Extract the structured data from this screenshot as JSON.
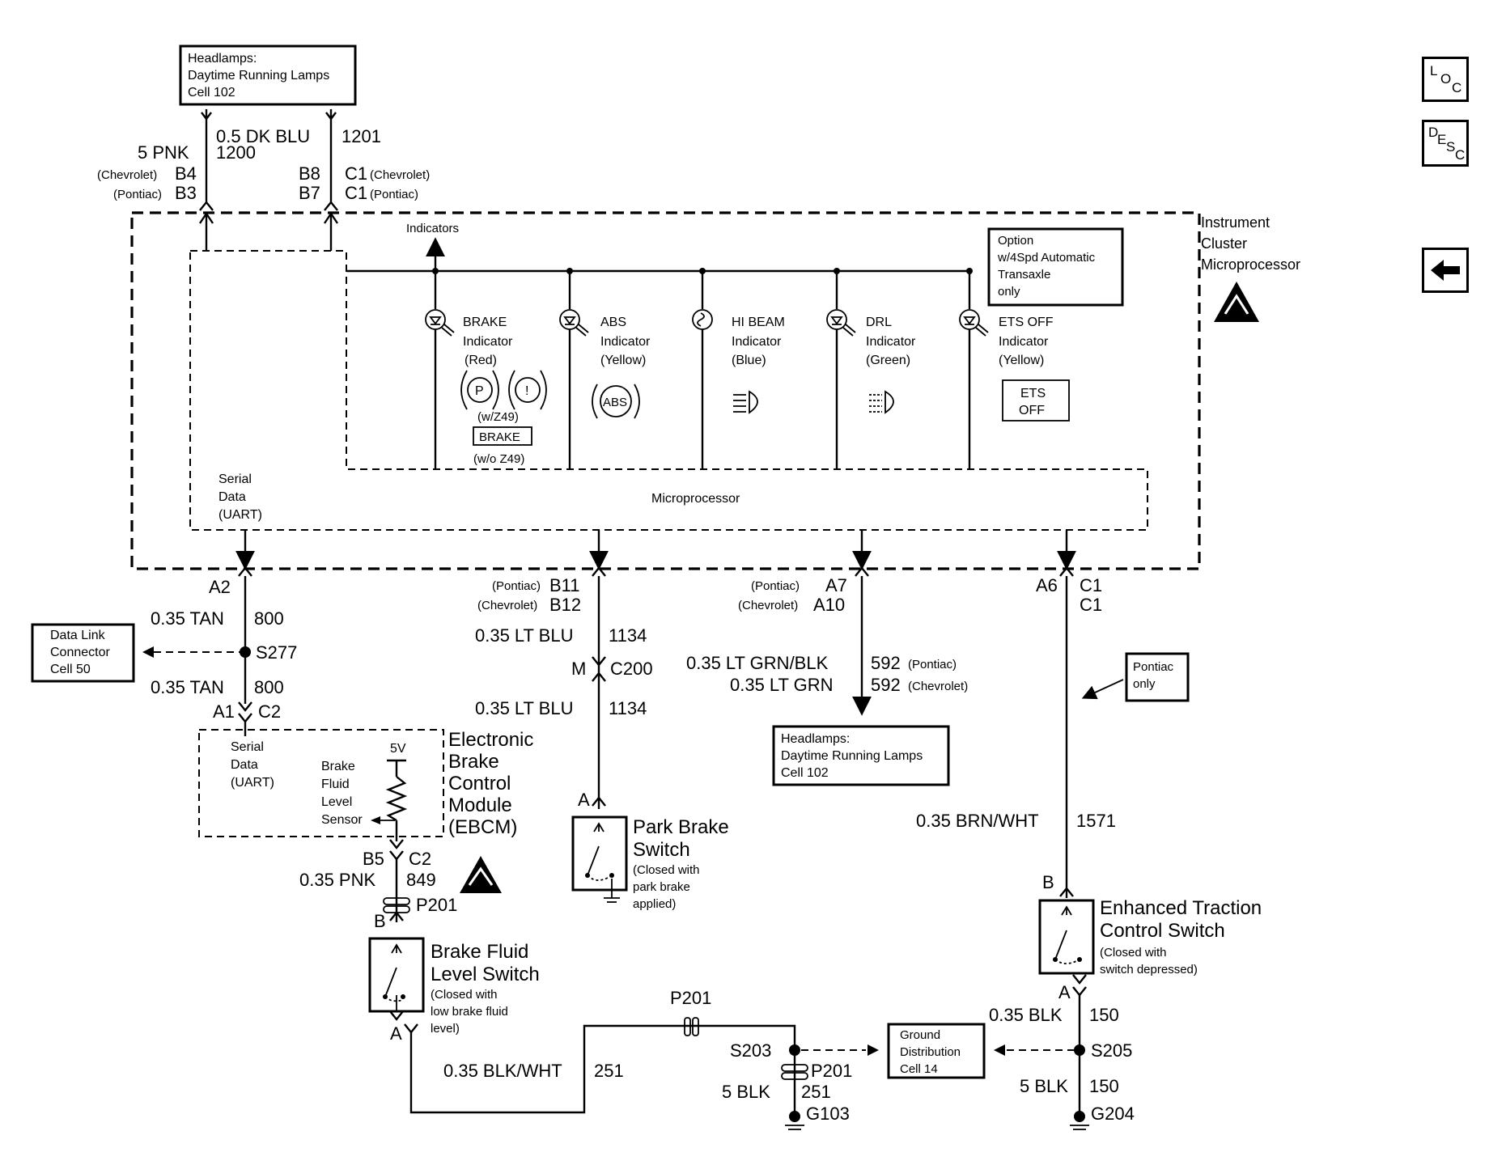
{
  "refs": {
    "drl_top": {
      "lines": [
        "Headlamps:",
        "Daytime Running Lamps",
        "Cell 102"
      ]
    },
    "drl_bottom": {
      "lines": [
        "Headlamps:",
        "Daytime Running Lamps",
        "Cell 102"
      ]
    },
    "data_link": {
      "lines": [
        "Data Link",
        "Connector",
        "Cell 50"
      ]
    },
    "ground_dist": {
      "lines": [
        "Ground",
        "Distribution",
        "Cell 14"
      ]
    },
    "option_note": {
      "lines": [
        "Option",
        "w/4Spd Automatic",
        "Transaxle",
        "only"
      ]
    },
    "pontiac_only": {
      "lines": [
        "Pontiac",
        "only"
      ]
    }
  },
  "top_wires": {
    "left_size": "5 PNK",
    "left_circuit": "1200",
    "right_size": "0.5 DK BLU",
    "right_circuit": "1201",
    "chev_left": "(Chevrolet)",
    "chev_left_pin": "B4",
    "pont_left": "(Pontiac)",
    "pont_left_pin": "B3",
    "right_chev_pin": "B8",
    "right_chev_conn": "C1",
    "right_chev_label": "(Chevrolet)",
    "right_pont_pin": "B7",
    "right_pont_conn": "C1",
    "right_pont_label": "(Pontiac)"
  },
  "cluster": {
    "title": [
      "Instrument",
      "Cluster",
      "Microprocessor"
    ],
    "indicators_label": "Indicators",
    "microprocessor_label": "Microprocessor",
    "serial_data": [
      "Serial",
      "Data",
      "(UART)"
    ]
  },
  "indicators": [
    {
      "name": "brake",
      "lines": [
        "BRAKE",
        "Indicator",
        "(Red)"
      ]
    },
    {
      "name": "abs",
      "lines": [
        "ABS",
        "Indicator",
        "(Yellow)"
      ]
    },
    {
      "name": "hi-beam",
      "lines": [
        "HI BEAM",
        "Indicator",
        "(Blue)"
      ]
    },
    {
      "name": "drl",
      "lines": [
        "DRL",
        "Indicator",
        "(Green)"
      ]
    },
    {
      "name": "ets-off",
      "lines": [
        "ETS OFF",
        "Indicator",
        "(Yellow)"
      ]
    }
  ],
  "symbols": {
    "p": "P",
    "excl": "!",
    "abs": "ABS",
    "with_z49": "(w/Z49)",
    "brake_box": "BRAKE",
    "without_z49": "(w/o Z49)",
    "ets_off": [
      "ETS",
      "OFF"
    ]
  },
  "col_uart": {
    "pin": "A2",
    "wire1_size": "0.35 TAN",
    "wire1_circuit": "800",
    "splice": "S277",
    "wire2_size": "0.35 TAN",
    "wire2_circuit": "800",
    "pin2": "A1",
    "conn2": "C2"
  },
  "ebcm": {
    "title": [
      "Electronic",
      "Brake",
      "Control",
      "Module",
      "(EBCM)"
    ],
    "serial": [
      "Serial",
      "Data",
      "(UART)"
    ],
    "voltage": "5V",
    "sensor": [
      "Brake",
      "Fluid",
      "Level",
      "Sensor"
    ],
    "pin": "B5",
    "conn": "C2",
    "wire_size": "0.35 PNK",
    "wire_circuit": "849",
    "connector": "P201",
    "switch_pin": "B"
  },
  "brake_fluid_switch": {
    "title": [
      "Brake Fluid",
      "Level Switch"
    ],
    "note": [
      "(Closed with",
      "low brake fluid",
      "level)"
    ],
    "pin": "A"
  },
  "ground_left": {
    "wire_size": "0.35 BLK/WHT",
    "wire_circuit": "251",
    "connector": "P201",
    "splice": "S203",
    "connector2": "P201",
    "wire2_size": "5 BLK",
    "wire2_circuit": "251",
    "ground": "G103"
  },
  "col_park": {
    "pont_label": "(Pontiac)",
    "pont_pin": "B11",
    "chev_label": "(Chevrolet)",
    "chev_pin": "B12",
    "wire1_size": "0.35 LT BLU",
    "wire1_circuit": "1134",
    "pin_m": "M",
    "conn": "C200",
    "wire2_size": "0.35 LT BLU",
    "wire2_circuit": "1134",
    "switch_pin": "A"
  },
  "park_brake_switch": {
    "title": [
      "Park Brake",
      "Switch"
    ],
    "note": [
      "(Closed with",
      "park brake",
      "applied)"
    ]
  },
  "col_drl": {
    "pont_label": "(Pontiac)",
    "pont_pin": "A7",
    "chev_label": "(Chevrolet)",
    "chev_pin": "A10",
    "wire1_size": "0.35 LT GRN/BLK",
    "wire1_circuit": "592",
    "wire1_note": "(Pontiac)",
    "wire2_size": "0.35 LT GRN",
    "wire2_circuit": "592",
    "wire2_note": "(Chevrolet)"
  },
  "col_etc": {
    "pin": "A6",
    "conn1": "C1",
    "conn2": "C1",
    "wire_size": "0.35 BRN/WHT",
    "wire_circuit": "1571",
    "switch_pin_b": "B",
    "switch_pin_a": "A",
    "wire2_size": "0.35 BLK",
    "wire2_circuit": "150",
    "splice": "S205",
    "wire3_size": "5 BLK",
    "wire3_circuit": "150",
    "ground": "G204"
  },
  "etc_switch": {
    "title": [
      "Enhanced Traction",
      "Control Switch"
    ],
    "note": [
      "(Closed with",
      "switch depressed)"
    ]
  },
  "nav": {
    "loc": [
      "L",
      "O",
      "C"
    ],
    "desc": [
      "D",
      "E",
      "S",
      "C"
    ]
  }
}
